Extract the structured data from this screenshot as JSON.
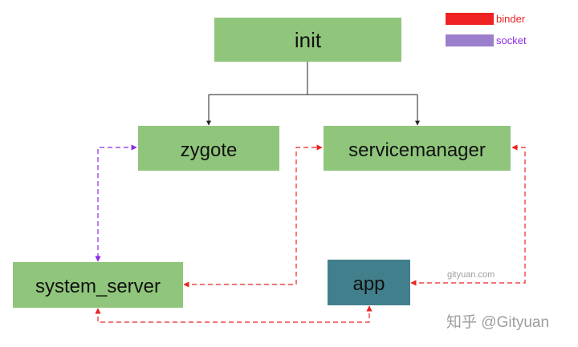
{
  "colors": {
    "node_fill": "#90c67c",
    "app_fill": "#427f8c",
    "tree_line": "#222222",
    "binder": "#ee2222",
    "socket": "#9b7fcc",
    "socket_line": "#8a2be2",
    "watermark": "#9e9e9e"
  },
  "nodes": {
    "init": "init",
    "zygote": "zygote",
    "servicemanager": "servicemanager",
    "system_server": "system_server",
    "app": "app"
  },
  "legend": {
    "binder": "binder",
    "socket": "socket"
  },
  "watermarks": {
    "site": "gityuan.com",
    "zhihu": "知乎 @Gityuan"
  }
}
